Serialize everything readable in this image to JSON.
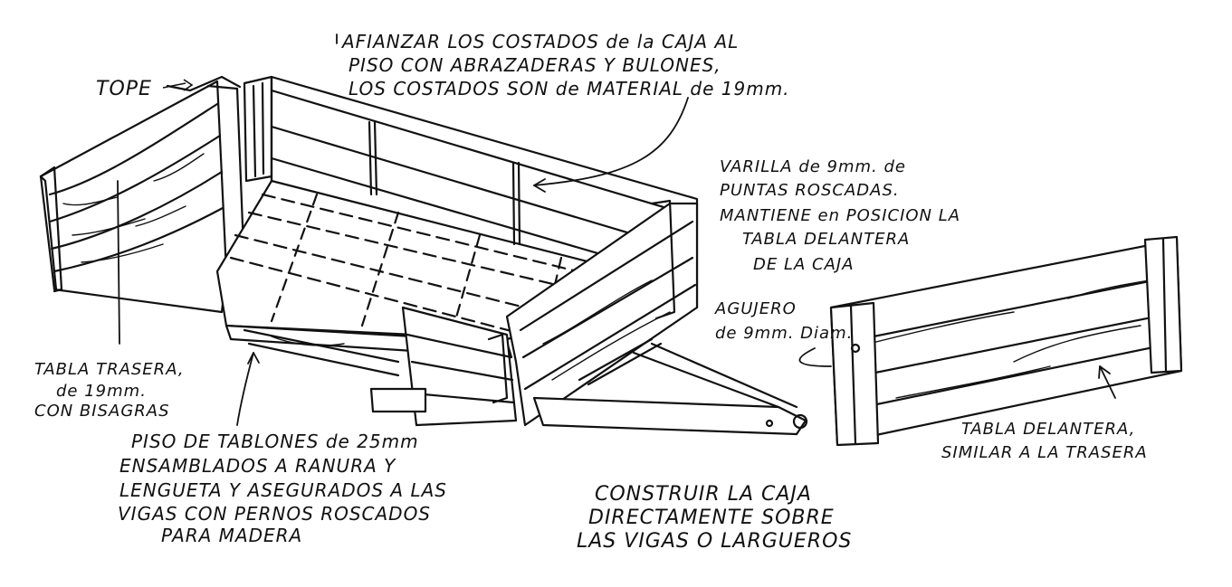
{
  "labels": {
    "tope": "TOPE",
    "afianzar": [
      "AFIANZAR LOS COSTADOS de la CAJA AL",
      "PISO CON ABRAZADERAS Y BULONES,",
      "LOS COSTADOS SON de MATERIAL de 19mm."
    ],
    "varilla": [
      "VARILLA de 9mm. de",
      "PUNTAS ROSCADAS.",
      "MANTIENE en POSICION LA",
      "TABLA DELANTERA",
      "DE LA CAJA"
    ],
    "agujero": [
      "AGUJERO",
      "de 9mm. Diam."
    ],
    "tabla_trasera": [
      "TABLA TRASERA,",
      "de 19mm.",
      "CON BISAGRAS"
    ],
    "piso": [
      "PISO DE TABLONES de 25mm",
      "ENSAMBLADOS A RANURA Y",
      "LENGUETA Y ASEGURADOS A LAS",
      "VIGAS CON PERNOS ROSCADOS",
      "PARA MADERA"
    ],
    "construir": [
      "CONSTRUIR LA CAJA",
      "DIRECTAMENTE SOBRE",
      "LAS VIGAS O LARGUEROS"
    ],
    "tabla_delantera": [
      "TABLA DELANTERA,",
      "SIMILAR A LA TRASERA"
    ]
  },
  "colors": {
    "ink": "#111111",
    "paper": "#ffffff"
  }
}
